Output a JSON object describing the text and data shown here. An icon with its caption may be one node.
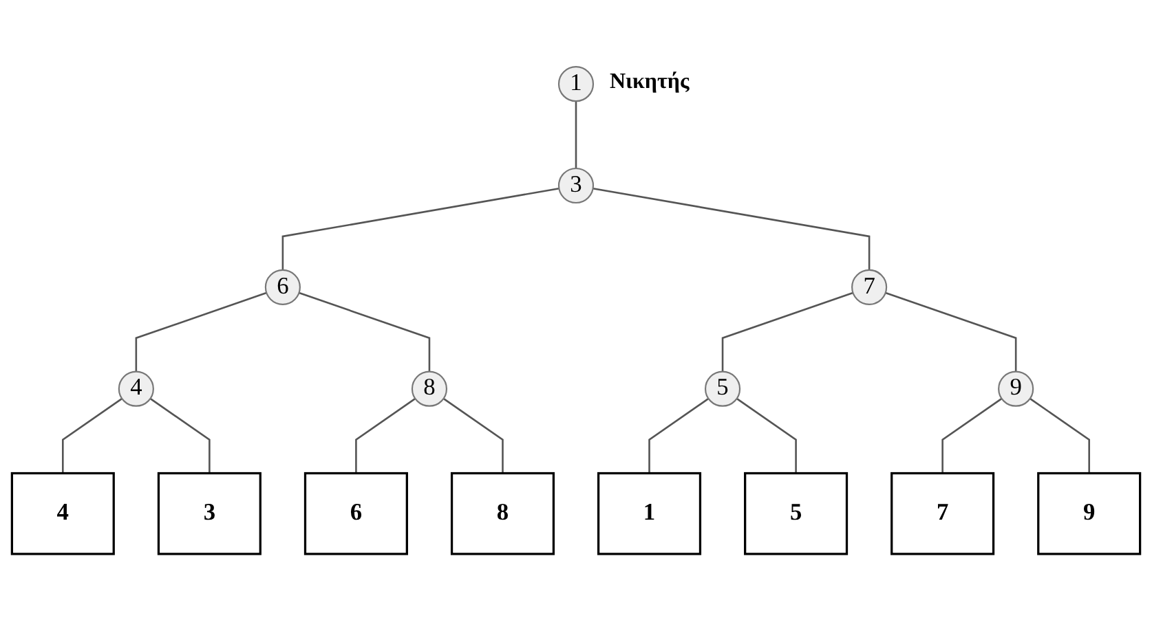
{
  "diagram": {
    "nodes": [
      {
        "text": [
          "1"
        ],
        "beside": [
          "Νικητής"
        ]
      },
      {
        "text": [
          "3"
        ]
      },
      {
        "text": [
          "6"
        ]
      },
      {
        "text": [
          "7"
        ]
      },
      {
        "text": [
          "4"
        ]
      },
      {
        "text": [
          "8"
        ]
      },
      {
        "text": [
          "5"
        ]
      },
      {
        "text": [
          "9"
        ]
      },
      {
        "text": [
          "4"
        ]
      },
      {
        "text": [
          "3"
        ]
      },
      {
        "text": [
          "6"
        ]
      },
      {
        "text": [
          "8"
        ]
      },
      {
        "text": [
          "1"
        ]
      },
      {
        "text": [
          "5"
        ]
      },
      {
        "text": [
          "7"
        ]
      },
      {
        "text": [
          "9"
        ]
      }
    ],
    "edges": [
      {
        "from": 0,
        "to": 1,
        "arrow": "none"
      },
      {
        "from": 1,
        "to": 2,
        "arrow": "none"
      },
      {
        "from": 1,
        "to": 3,
        "arrow": "none"
      },
      {
        "from": 2,
        "to": 4,
        "arrow": "none"
      },
      {
        "from": 2,
        "to": 5,
        "arrow": "none"
      },
      {
        "from": 3,
        "to": 6,
        "arrow": "none"
      },
      {
        "from": 3,
        "to": 7,
        "arrow": "none"
      },
      {
        "from": 4,
        "to": 8,
        "arrow": "none"
      },
      {
        "from": 4,
        "to": 9,
        "arrow": "none"
      },
      {
        "from": 5,
        "to": 10,
        "arrow": "none"
      },
      {
        "from": 5,
        "to": 11,
        "arrow": "none"
      },
      {
        "from": 6,
        "to": 12,
        "arrow": "none"
      },
      {
        "from": 6,
        "to": 13,
        "arrow": "none"
      },
      {
        "from": 7,
        "to": 14,
        "arrow": "none"
      },
      {
        "from": 7,
        "to": 15,
        "arrow": "none"
      }
    ]
  }
}
